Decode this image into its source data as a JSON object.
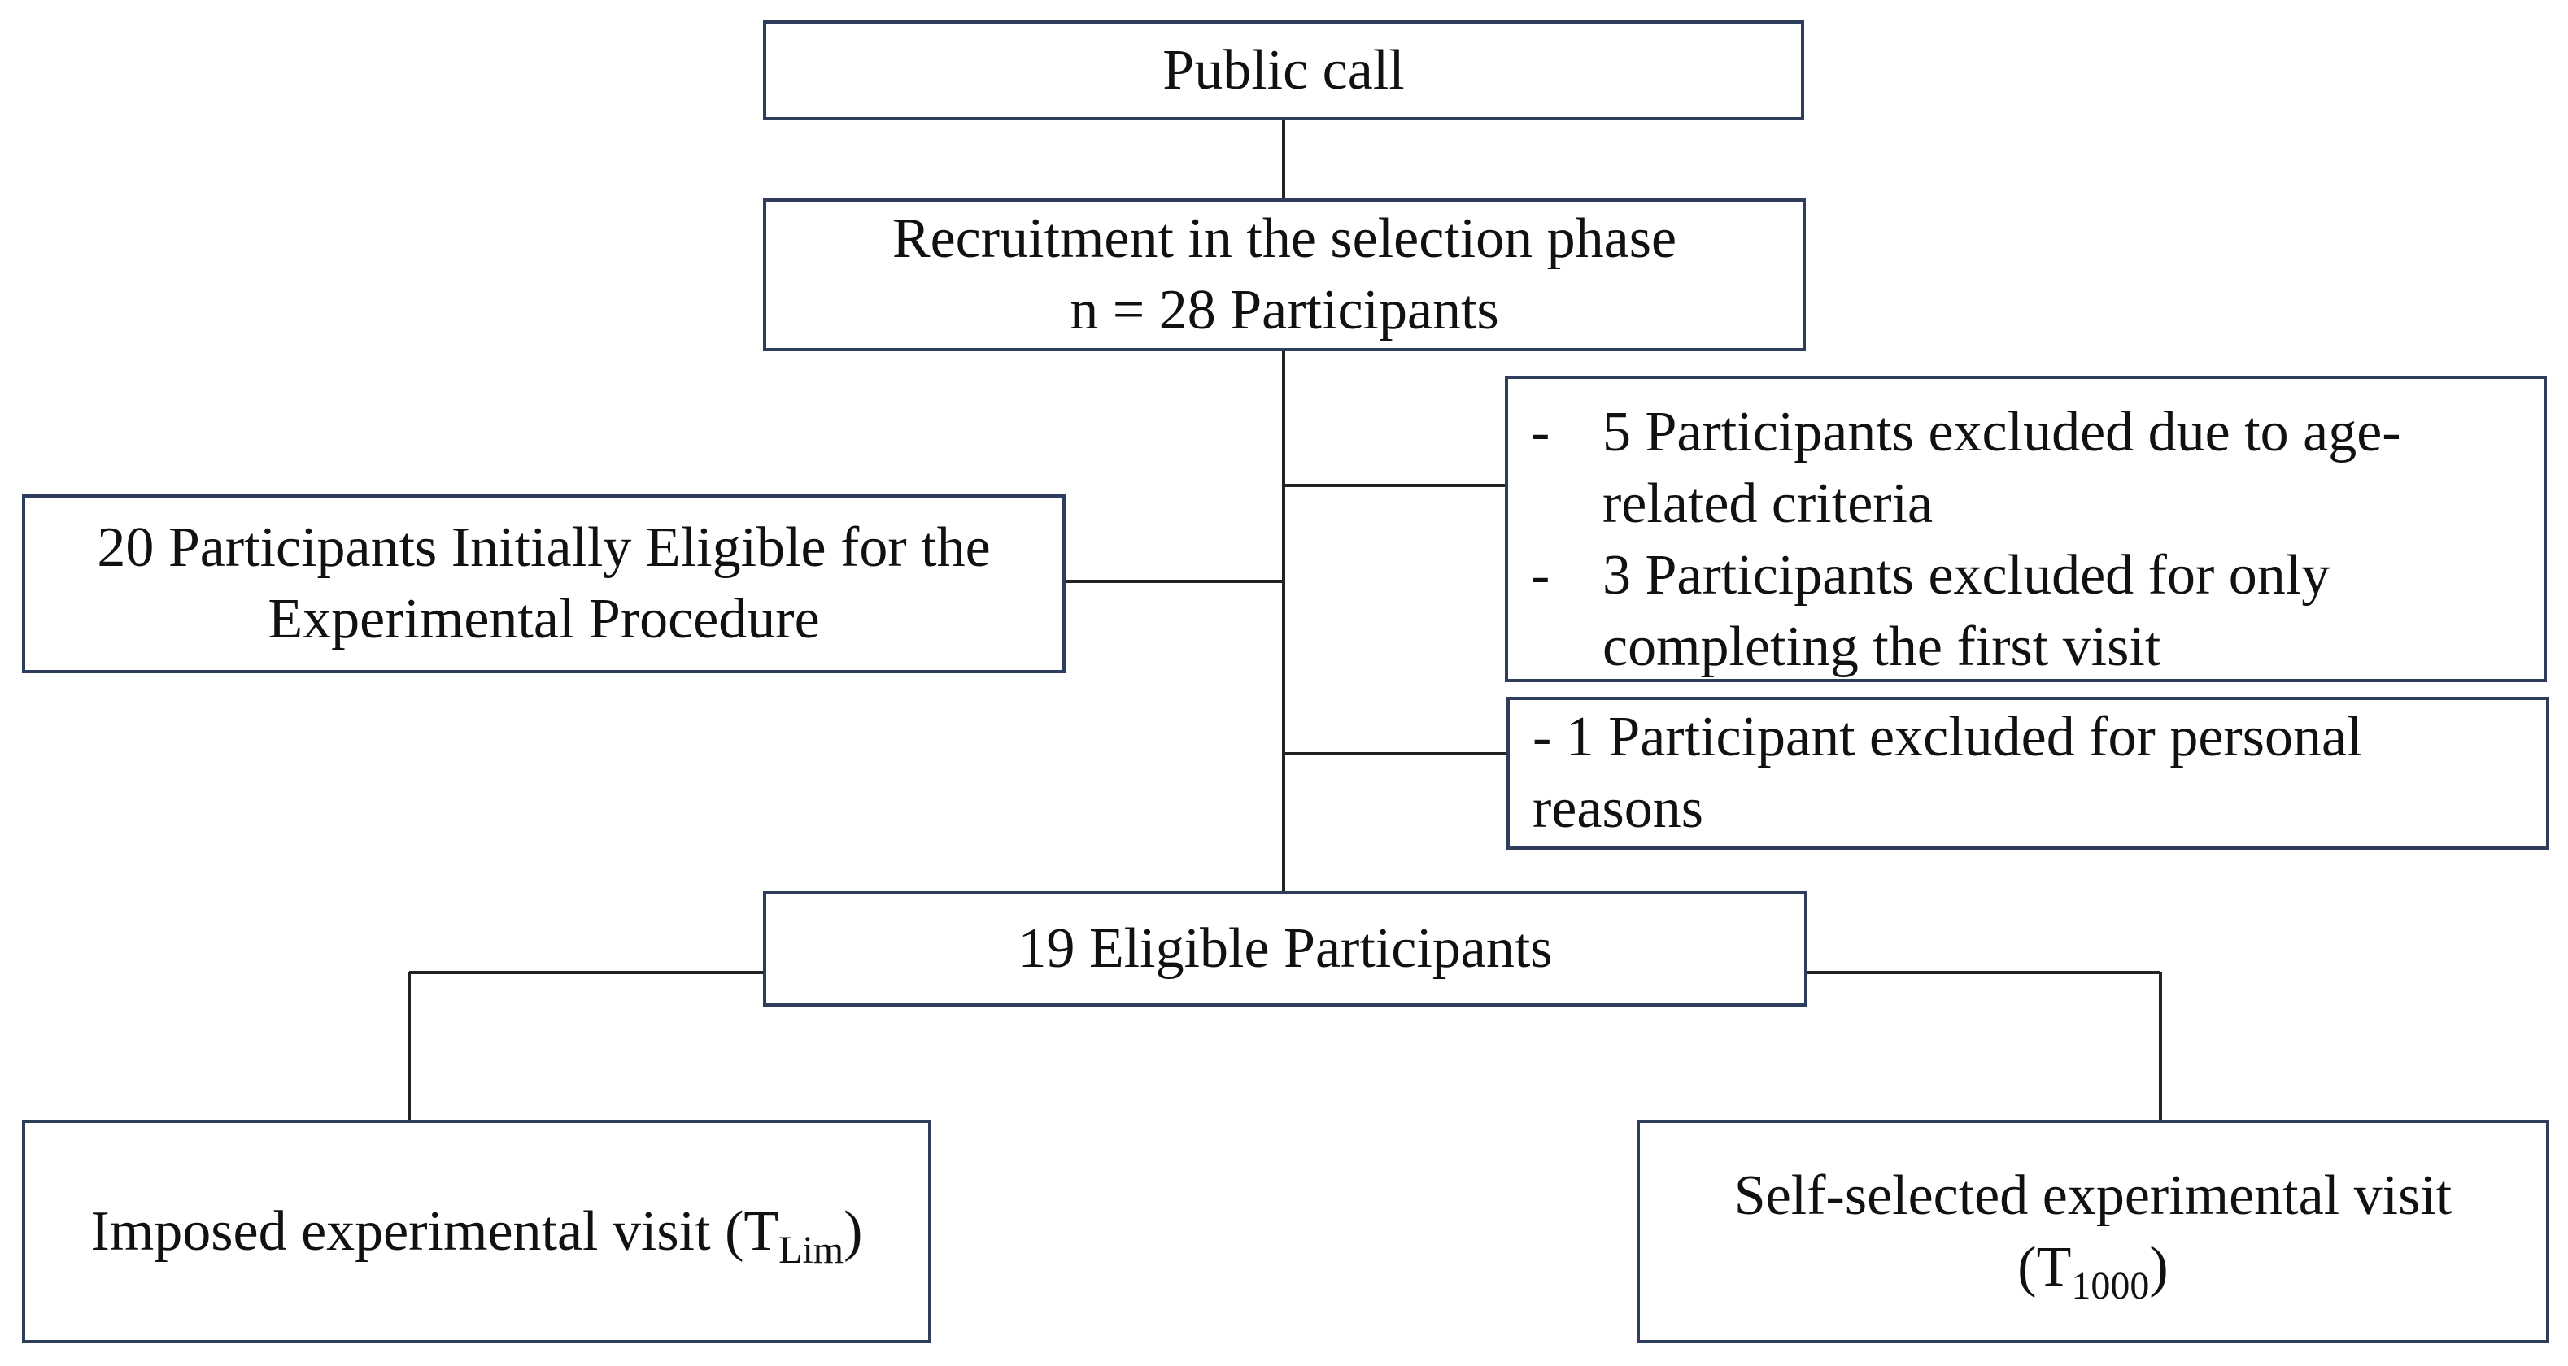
{
  "public_call": {
    "label": "Public call"
  },
  "recruitment": {
    "line1": "Recruitment in the selection phase",
    "line2": "n = 28 Participants"
  },
  "initially_eligible": {
    "line1": "20 Participants Initially Eligible for the",
    "line2": "Experimental Procedure"
  },
  "exclusions_first": {
    "items": [
      {
        "dash": "-",
        "line1": "5 Participants excluded due to age-",
        "line2": "related criteria"
      },
      {
        "dash": "-",
        "line1": "3 Participants excluded for only",
        "line2": "completing the first visit"
      }
    ]
  },
  "exclusions_second": {
    "line1": "- 1 Participant excluded for personal",
    "line2": "reasons"
  },
  "eligible": {
    "label": "19 Eligible Participants"
  },
  "imposed_visit": {
    "text": "Imposed experimental visit (T",
    "subscript": "Lim",
    "close": ")"
  },
  "self_selected_visit": {
    "line1": "Self-selected experimental visit",
    "open": "(T",
    "subscript": "1000",
    "close": ")"
  }
}
